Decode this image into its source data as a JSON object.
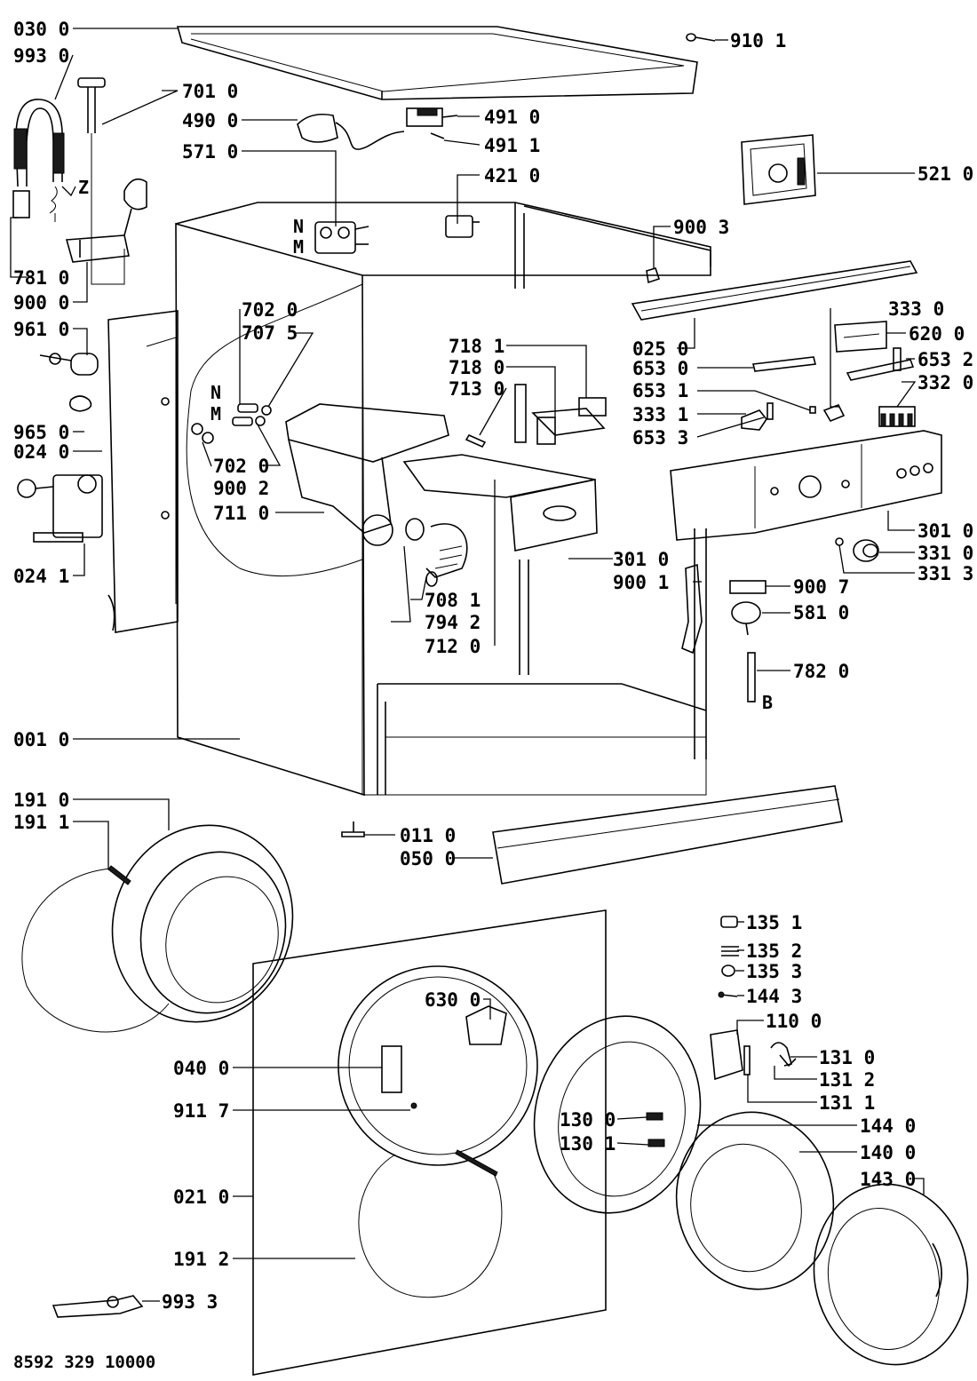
{
  "callouts": {
    "c0300": "030 0",
    "c9930": "993 0",
    "c7010": "701 0",
    "c4900": "490 0",
    "c5710": "571 0",
    "c7810": "781 0",
    "c9000": "900 0",
    "c9610": "961 0",
    "c9650": "965 0",
    "c0240": "024 0",
    "c0241": "024 1",
    "c7020a": "702 0",
    "c7075": "707 5",
    "c7020b": "702 0",
    "c9002": "900 2",
    "c7110": "711 0",
    "c0010": "001 0",
    "c9101": "910 1",
    "c4910": "491 0",
    "c4911": "491 1",
    "c4210": "421 0",
    "c5210": "521 0",
    "c9003": "900 3",
    "c0250": "025 0",
    "c3330": "333 0",
    "c6200": "620 0",
    "c6530": "653 0",
    "c6532": "653 2",
    "c6531": "653 1",
    "c3320": "332 0",
    "c3331": "333 1",
    "c6533": "653 3",
    "c7181": "718 1",
    "c7180": "718 0",
    "c7130": "713 0",
    "c3010a": "301 0",
    "c3310": "331 0",
    "c3313": "331 3",
    "c3010b": "301 0",
    "c9001": "900 1",
    "c9007": "900 7",
    "c5810": "581 0",
    "c7081": "708 1",
    "c7942": "794 2",
    "c7120": "712 0",
    "c7820": "782 0",
    "c1910": "191 0",
    "c1911": "191 1",
    "c0110": "011 0",
    "c0500": "050 0",
    "c1351": "135 1",
    "c1352": "135 2",
    "c1353": "135 3",
    "c1443": "144 3",
    "c1100": "110 0",
    "c6300": "630 0",
    "c0400": "040 0",
    "c1310": "131 0",
    "c1312": "131 2",
    "c9117": "911 7",
    "c1311": "131 1",
    "c1300": "130 0",
    "c1440": "144 0",
    "c1301": "130 1",
    "c1400": "140 0",
    "c1430": "143 0",
    "c0210": "021 0",
    "c1912": "191 2",
    "c9933": "993 3"
  },
  "letters": {
    "Z": "Z",
    "N1": "N",
    "M1": "M",
    "N2": "N",
    "M2": "M",
    "B": "B"
  },
  "footer": "8592 329 10000"
}
